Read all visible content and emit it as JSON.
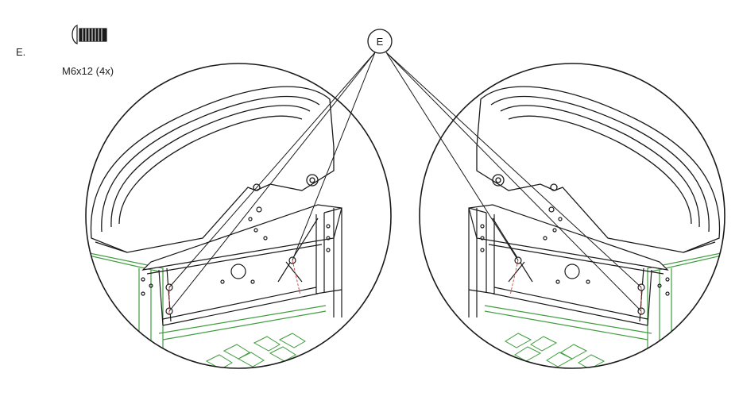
{
  "step": {
    "label": "E."
  },
  "hardware": {
    "icon": "screw-icon",
    "caption": "M6x12 (4x)"
  },
  "callout": {
    "letter": "E"
  },
  "colors": {
    "line": "#1a1a1a",
    "panel_green": "#3f9e3f",
    "guide_red": "#d23a3a",
    "background": "#ffffff"
  }
}
